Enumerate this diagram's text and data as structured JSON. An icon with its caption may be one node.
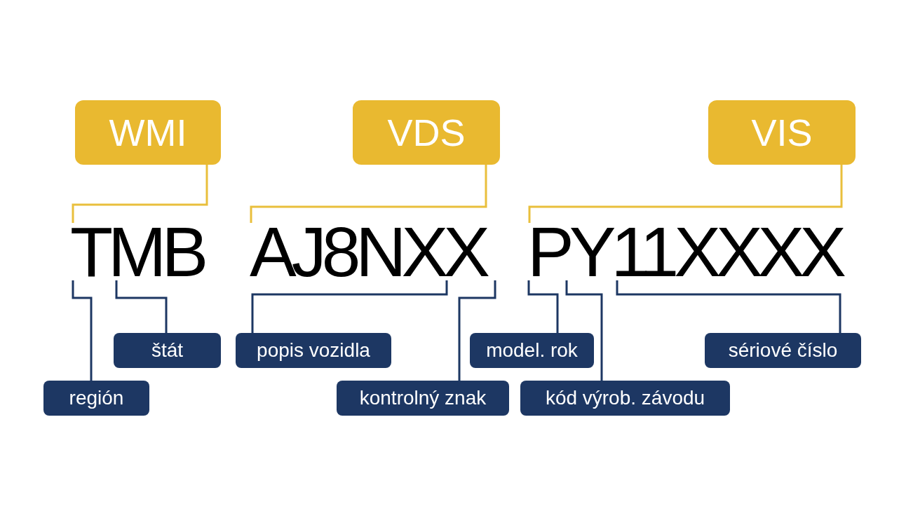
{
  "diagram": {
    "nodes": [
      {
        "text": [
          "WMI"
        ]
      },
      {
        "text": [
          "VDS"
        ]
      },
      {
        "text": [
          "VIS"
        ]
      },
      {
        "text": [
          "TMB"
        ]
      },
      {
        "text": [
          "AJ8NXX"
        ]
      },
      {
        "text": [
          "PY11XXXX"
        ]
      },
      {
        "text": [
          "štát"
        ]
      },
      {
        "text": [
          "popis vozidla"
        ]
      },
      {
        "text": [
          "model. rok"
        ]
      },
      {
        "text": [
          "sériové číslo"
        ]
      },
      {
        "text": [
          "región"
        ]
      },
      {
        "text": [
          "kontrolný znak"
        ]
      },
      {
        "text": [
          "kód výrob. závodu"
        ]
      }
    ],
    "edges": [
      {
        "from": 0,
        "to": 3,
        "arrow": "none",
        "color": "#e9bf3c"
      },
      {
        "from": 1,
        "to": 4,
        "arrow": "none",
        "color": "#e9bf3c"
      },
      {
        "from": 2,
        "to": 5,
        "arrow": "none",
        "color": "#e9bf3c"
      },
      {
        "from": 10,
        "to": 3,
        "arrow": "none"
      },
      {
        "from": 6,
        "to": 3,
        "arrow": "none"
      },
      {
        "from": 7,
        "to": 4,
        "arrow": "none"
      },
      {
        "from": 11,
        "to": 4,
        "arrow": "none"
      },
      {
        "from": 8,
        "to": 5,
        "arrow": "none"
      },
      {
        "from": 12,
        "to": 5,
        "arrow": "none"
      },
      {
        "from": 9,
        "to": 5,
        "arrow": "none"
      }
    ]
  }
}
